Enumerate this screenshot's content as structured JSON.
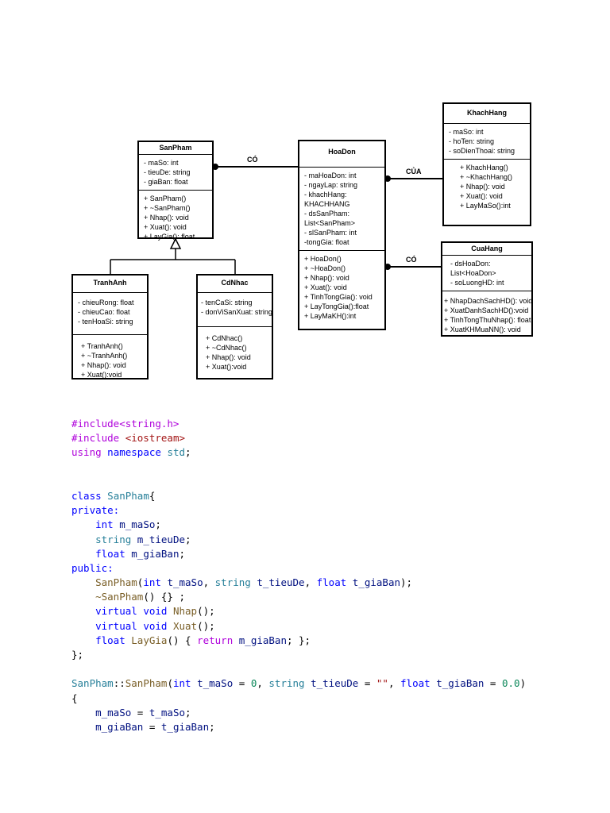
{
  "diagram": {
    "classes": [
      {
        "id": "sanpham",
        "name": "SanPham",
        "attributes": [
          "- maSo: int",
          "- tieuDe: string",
          "- giaBan: float"
        ],
        "methods": [
          "+ SanPham()",
          "+ ~SanPham()",
          "+ Nhap(): void",
          "+ Xuat(): void",
          "+ LayGia(): float"
        ]
      },
      {
        "id": "hoadon",
        "name": "HoaDon",
        "attributes": [
          "- maHoaDon: int",
          "- ngayLap: string",
          "- khachHang: KHACHHANG",
          "- dsSanPham: List<SanPham>",
          "- slSanPham: int",
          "-tongGia: float"
        ],
        "methods": [
          "+ HoaDon()",
          "+ ~HoaDon()",
          "+ Nhap(): void",
          "+ Xuat(): void",
          "+ TinhTongGia(): void",
          "+ LayTongGia():float",
          "+ LayMaKH():int"
        ]
      },
      {
        "id": "khachhang",
        "name": "KhachHang",
        "attributes": [
          "- maSo: int",
          "- hoTen: string",
          "- soDienThoai: string"
        ],
        "methods": [
          "+ KhachHang()",
          "+ ~KhachHang()",
          "+ Nhap(): void",
          "+ Xuat(): void",
          "+ LayMaSo():int"
        ]
      },
      {
        "id": "cuahang",
        "name": "CuaHang",
        "attributes": [
          "- dsHoaDon: List<HoaDon>",
          "- soLuongHD: int"
        ],
        "methods": [
          "+ NhapDachSachHD(): void",
          "+ XuatDanhSachHD():void",
          "+ TinhTongThuNhap(): float",
          "+ XuatKHMuaNN(): void"
        ]
      },
      {
        "id": "tranhanh",
        "name": "TranhAnh",
        "attributes": [
          "- chieuRong: float",
          "- chieuCao: float",
          "- tenHoaSi: string"
        ],
        "methods": [
          "+ TranhAnh()",
          "+ ~TranhAnh()",
          "+ Nhap(): void",
          "+ Xuat():void"
        ]
      },
      {
        "id": "cdnhac",
        "name": "CdNhac",
        "attributes": [
          "- tenCaSi: string",
          "- donViSanXuat: string"
        ],
        "methods": [
          "+ CdNhac()",
          "+ ~CdNhac()",
          "+ Nhap(): void",
          "+ Xuat():void"
        ]
      }
    ],
    "relations": [
      {
        "id": "rel-sanpham-hoadon",
        "label": "CÓ"
      },
      {
        "id": "rel-hoadon-khachhang",
        "label": "CỦA"
      },
      {
        "id": "rel-hoadon-cuahang",
        "label": "CÓ"
      }
    ]
  },
  "code": {
    "lines": [
      [
        {
          "t": "#include<string.h>",
          "c": "pp"
        }
      ],
      [
        {
          "t": "#include ",
          "c": "pp"
        },
        {
          "t": "<iostream>",
          "c": "str"
        }
      ],
      [
        {
          "t": "using",
          "c": "pp"
        },
        {
          "t": " ",
          "c": "plain"
        },
        {
          "t": "namespace",
          "c": "kw"
        },
        {
          "t": " ",
          "c": "plain"
        },
        {
          "t": "std",
          "c": "ty"
        },
        {
          "t": ";",
          "c": "plain"
        }
      ],
      [],
      [],
      [
        {
          "t": "class",
          "c": "kw"
        },
        {
          "t": " ",
          "c": "plain"
        },
        {
          "t": "SanPham",
          "c": "ty"
        },
        {
          "t": "{",
          "c": "plain"
        }
      ],
      [
        {
          "t": "private:",
          "c": "kw"
        }
      ],
      [
        {
          "t": "    ",
          "c": "plain"
        },
        {
          "t": "int",
          "c": "kw"
        },
        {
          "t": " ",
          "c": "plain"
        },
        {
          "t": "m_maSo",
          "c": "var"
        },
        {
          "t": ";",
          "c": "plain"
        }
      ],
      [
        {
          "t": "    ",
          "c": "plain"
        },
        {
          "t": "string",
          "c": "ty"
        },
        {
          "t": " ",
          "c": "plain"
        },
        {
          "t": "m_tieuDe",
          "c": "var"
        },
        {
          "t": ";",
          "c": "plain"
        }
      ],
      [
        {
          "t": "    ",
          "c": "plain"
        },
        {
          "t": "float",
          "c": "kw"
        },
        {
          "t": " ",
          "c": "plain"
        },
        {
          "t": "m_giaBan",
          "c": "var"
        },
        {
          "t": ";",
          "c": "plain"
        }
      ],
      [
        {
          "t": "public:",
          "c": "kw"
        }
      ],
      [
        {
          "t": "    ",
          "c": "plain"
        },
        {
          "t": "SanPham",
          "c": "fn"
        },
        {
          "t": "(",
          "c": "plain"
        },
        {
          "t": "int",
          "c": "kw"
        },
        {
          "t": " ",
          "c": "plain"
        },
        {
          "t": "t_maSo",
          "c": "var"
        },
        {
          "t": ", ",
          "c": "plain"
        },
        {
          "t": "string",
          "c": "ty"
        },
        {
          "t": " ",
          "c": "plain"
        },
        {
          "t": "t_tieuDe",
          "c": "var"
        },
        {
          "t": ", ",
          "c": "plain"
        },
        {
          "t": "float",
          "c": "kw"
        },
        {
          "t": " ",
          "c": "plain"
        },
        {
          "t": "t_giaBan",
          "c": "var"
        },
        {
          "t": ");",
          "c": "plain"
        }
      ],
      [
        {
          "t": "    ",
          "c": "plain"
        },
        {
          "t": "~SanPham",
          "c": "fn"
        },
        {
          "t": "() {} ;",
          "c": "plain"
        }
      ],
      [
        {
          "t": "    ",
          "c": "plain"
        },
        {
          "t": "virtual",
          "c": "kw"
        },
        {
          "t": " ",
          "c": "plain"
        },
        {
          "t": "void",
          "c": "kw"
        },
        {
          "t": " ",
          "c": "plain"
        },
        {
          "t": "Nhap",
          "c": "fn"
        },
        {
          "t": "();",
          "c": "plain"
        }
      ],
      [
        {
          "t": "    ",
          "c": "plain"
        },
        {
          "t": "virtual",
          "c": "kw"
        },
        {
          "t": " ",
          "c": "plain"
        },
        {
          "t": "void",
          "c": "kw"
        },
        {
          "t": " ",
          "c": "plain"
        },
        {
          "t": "Xuat",
          "c": "fn"
        },
        {
          "t": "();",
          "c": "plain"
        }
      ],
      [
        {
          "t": "    ",
          "c": "plain"
        },
        {
          "t": "float",
          "c": "kw"
        },
        {
          "t": " ",
          "c": "plain"
        },
        {
          "t": "LayGia",
          "c": "fn"
        },
        {
          "t": "() { ",
          "c": "plain"
        },
        {
          "t": "return",
          "c": "pp"
        },
        {
          "t": " ",
          "c": "plain"
        },
        {
          "t": "m_giaBan",
          "c": "var"
        },
        {
          "t": "; };",
          "c": "plain"
        }
      ],
      [
        {
          "t": "};",
          "c": "plain"
        }
      ],
      [],
      [
        {
          "t": "SanPham",
          "c": "ty"
        },
        {
          "t": "::",
          "c": "plain"
        },
        {
          "t": "SanPham",
          "c": "fn"
        },
        {
          "t": "(",
          "c": "plain"
        },
        {
          "t": "int",
          "c": "kw"
        },
        {
          "t": " ",
          "c": "plain"
        },
        {
          "t": "t_maSo",
          "c": "var"
        },
        {
          "t": " = ",
          "c": "plain"
        },
        {
          "t": "0",
          "c": "num"
        },
        {
          "t": ", ",
          "c": "plain"
        },
        {
          "t": "string",
          "c": "ty"
        },
        {
          "t": " ",
          "c": "plain"
        },
        {
          "t": "t_tieuDe",
          "c": "var"
        },
        {
          "t": " = ",
          "c": "plain"
        },
        {
          "t": "\"\"",
          "c": "str"
        },
        {
          "t": ", ",
          "c": "plain"
        },
        {
          "t": "float",
          "c": "kw"
        },
        {
          "t": " ",
          "c": "plain"
        },
        {
          "t": "t_giaBan",
          "c": "var"
        },
        {
          "t": " = ",
          "c": "plain"
        },
        {
          "t": "0.0",
          "c": "num"
        },
        {
          "t": ")",
          "c": "plain"
        }
      ],
      [
        {
          "t": "{",
          "c": "plain"
        }
      ],
      [
        {
          "t": "    ",
          "c": "plain"
        },
        {
          "t": "m_maSo",
          "c": "var"
        },
        {
          "t": " = ",
          "c": "plain"
        },
        {
          "t": "t_maSo",
          "c": "var"
        },
        {
          "t": ";",
          "c": "plain"
        }
      ],
      [
        {
          "t": "    ",
          "c": "plain"
        },
        {
          "t": "m_giaBan",
          "c": "var"
        },
        {
          "t": " = ",
          "c": "plain"
        },
        {
          "t": "t_giaBan",
          "c": "var"
        },
        {
          "t": ";",
          "c": "plain"
        }
      ]
    ]
  }
}
